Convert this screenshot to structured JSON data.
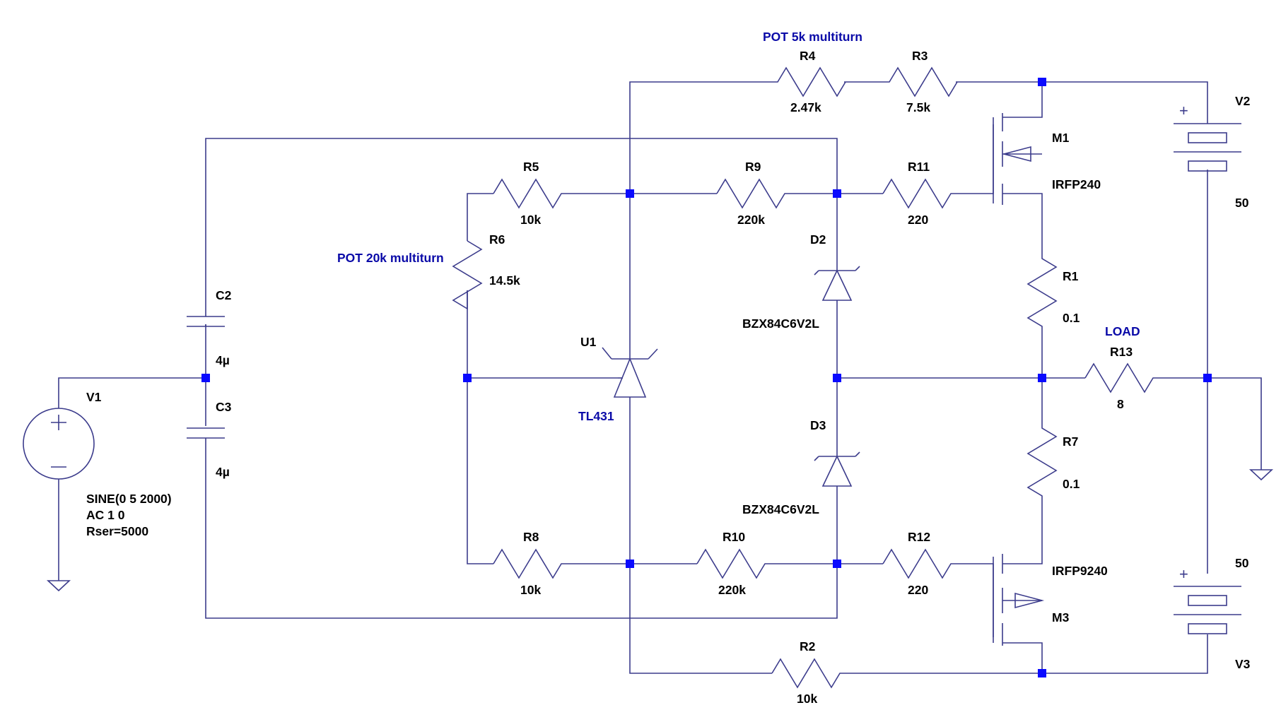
{
  "labels": {
    "pot5k": "POT 5k multiturn",
    "pot20k": "POT 20k multiturn",
    "load": "LOAD",
    "tl431": "TL431"
  },
  "components": {
    "R1": {
      "name": "R1",
      "value": "0.1"
    },
    "R2": {
      "name": "R2",
      "value": "10k"
    },
    "R3": {
      "name": "R3",
      "value": "7.5k"
    },
    "R4": {
      "name": "R4",
      "value": "2.47k"
    },
    "R5": {
      "name": "R5",
      "value": "10k"
    },
    "R6": {
      "name": "R6",
      "value": "14.5k"
    },
    "R7": {
      "name": "R7",
      "value": "0.1"
    },
    "R8": {
      "name": "R8",
      "value": "10k"
    },
    "R9": {
      "name": "R9",
      "value": "220k"
    },
    "R10": {
      "name": "R10",
      "value": "220k"
    },
    "R11": {
      "name": "R11",
      "value": "220"
    },
    "R12": {
      "name": "R12",
      "value": "220"
    },
    "R13": {
      "name": "R13",
      "value": "8"
    },
    "C2": {
      "name": "C2",
      "value": "4µ"
    },
    "C3": {
      "name": "C3",
      "value": "4µ"
    },
    "D2": {
      "name": "D2",
      "value": "BZX84C6V2L"
    },
    "D3": {
      "name": "D3",
      "value": "BZX84C6V2L"
    },
    "M1": {
      "name": "M1",
      "value": "IRFP240"
    },
    "M3": {
      "name": "M3",
      "value": "IRFP9240"
    },
    "U1": {
      "name": "U1"
    },
    "V1": {
      "name": "V1",
      "line1": "SINE(0 5 2000)",
      "line2": "AC 1 0",
      "line3": "Rser=5000"
    },
    "V2": {
      "name": "V2",
      "value": "50"
    },
    "V3": {
      "name": "V3",
      "value": "50"
    }
  },
  "colors": {
    "wire": "#3c3c8c",
    "junction": "#0a0aff",
    "annotation": "#0a0aa8",
    "text": "#000000",
    "background": "#ffffff"
  }
}
